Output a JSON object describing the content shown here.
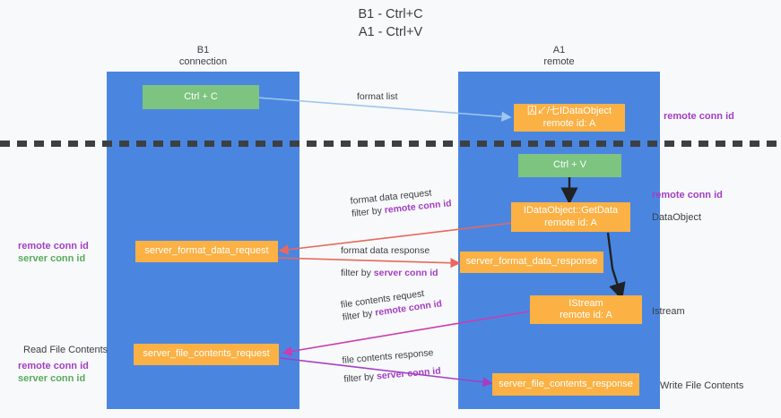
{
  "title": {
    "line1": "B1 - Ctrl+C",
    "line2": "A1 - Ctrl+V"
  },
  "lanes": [
    {
      "name": "B1",
      "subtitle": "connection"
    },
    {
      "name": "A1",
      "subtitle": "remote"
    }
  ],
  "nodes": {
    "ctrl_c": {
      "line1": "Ctrl + C",
      "color": "#7cc47f"
    },
    "idataobject": {
      "line1": "囚↙/七IDataObject",
      "line2": "remote id: A",
      "color": "#fbb144"
    },
    "ctrl_v": {
      "line1": "Ctrl + V",
      "color": "#7cc47f"
    },
    "getdata": {
      "line1": "IDataObject::GetData",
      "line2": "remote id: A",
      "color": "#fbb144"
    },
    "server_format_data_request": {
      "line1": "server_format_data_request",
      "color": "#fbb144"
    },
    "server_format_data_response": {
      "line1": "server_format_data_response",
      "color": "#fbb144"
    },
    "istream": {
      "line1": "IStream",
      "line2": "remote id: A",
      "color": "#fbb144"
    },
    "server_file_contents_request": {
      "line1": "server_file_contents_request",
      "color": "#fbb144"
    },
    "server_file_contents_response": {
      "line1": "server_file_contents_response",
      "color": "#fbb144"
    }
  },
  "edge_labels": {
    "format_list": "format list",
    "format_data_request_l1": "format data request",
    "format_data_request_l2_prefix": "filter by ",
    "format_data_request_l2_value": "remote conn id",
    "format_data_response_l1": "format data response",
    "format_data_response_l2_prefix": "filter by ",
    "format_data_response_l2_value": "server conn id",
    "file_contents_request_l1": "file contents request",
    "file_contents_request_l2_prefix": "filter by ",
    "file_contents_request_l2_value": "remote conn id",
    "file_contents_response_l1": "file contents response",
    "file_contents_response_l2_prefix": "filter by ",
    "file_contents_response_l2_value": "server conn id"
  },
  "side_labels": {
    "right_remote_conn_id_top": "remote conn id",
    "right_remote_conn_id_mid": "remote conn id",
    "right_dataobject": "DataObject",
    "right_istream": "Istream",
    "right_write_file_contents": "Write File Contents",
    "left_remote_conn_id_mid": "remote conn id",
    "left_server_conn_id_mid": "server conn id",
    "left_read_file_contents": "Read File Contents",
    "left_remote_conn_id_bottom": "remote conn id",
    "left_server_conn_id_bottom": "server conn id"
  },
  "colors": {
    "lane": "#4a86e0",
    "green_node": "#7cc47f",
    "orange_node": "#fbb144",
    "purple_text": "#a33ec4",
    "green_text": "#59ab5d",
    "arrow_blue": "#9fc6f0",
    "arrow_red": "#e8685d",
    "arrow_magenta": "#cc3bb0",
    "arrow_violet": "#a33ec4",
    "arrow_black": "#202124",
    "divider": "#3c4043",
    "background": "#f8f9fa"
  }
}
